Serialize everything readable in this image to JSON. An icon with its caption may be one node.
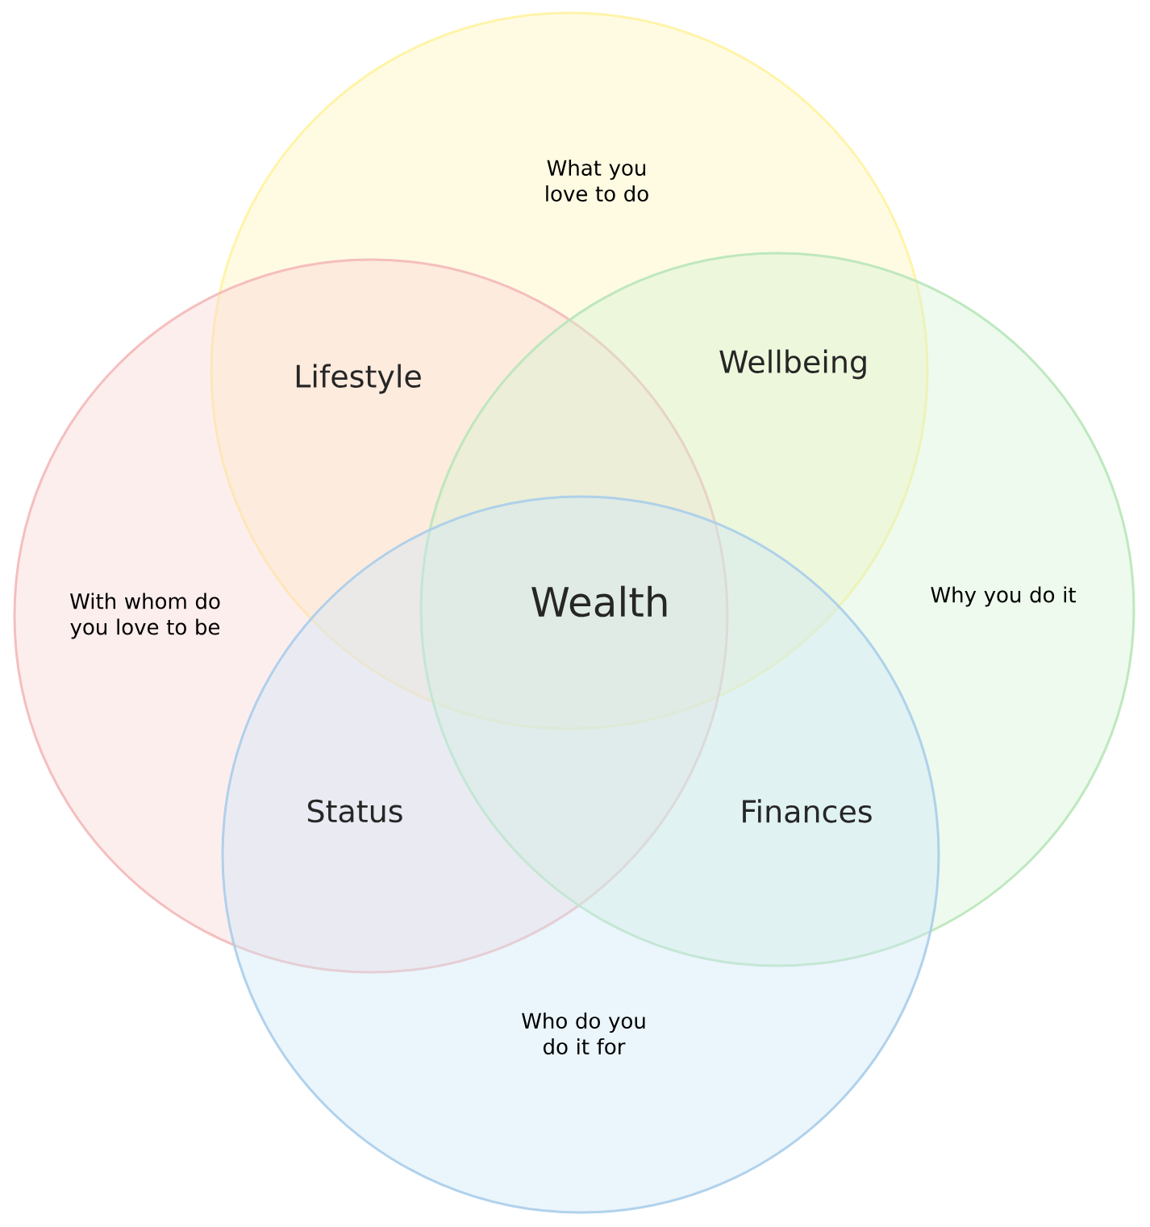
{
  "diagram": {
    "nodes": [
      {
        "text": [
          "What you love to do"
        ]
      },
      {
        "text": [
          "With whom do you love to be"
        ]
      },
      {
        "text": [
          "Why you do it"
        ]
      },
      {
        "text": [
          "Who do you do it for"
        ]
      }
    ],
    "labels": [
      "Lifestyle",
      "Wellbeing",
      "Wealth",
      "Status",
      "Finances"
    ]
  }
}
